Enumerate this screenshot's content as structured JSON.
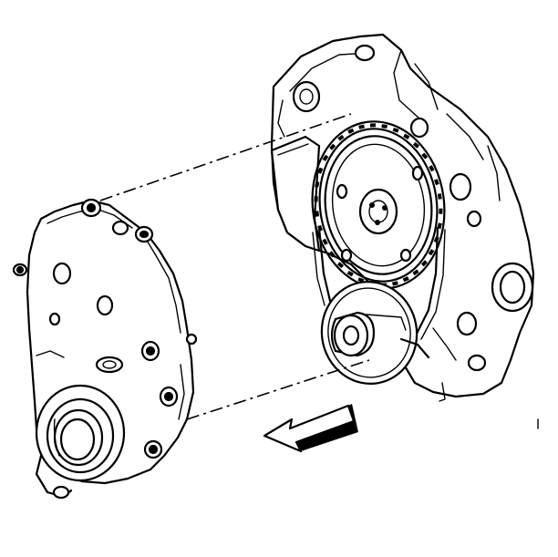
{
  "figure": {
    "subject_parts": [
      "engine-block",
      "camshaft-sprocket",
      "timing-chain",
      "crankshaft-sprocket",
      "front-cover",
      "front-oil-seal",
      "removal-direction-arrow"
    ],
    "background": "#ffffff",
    "ink": "#000000"
  }
}
